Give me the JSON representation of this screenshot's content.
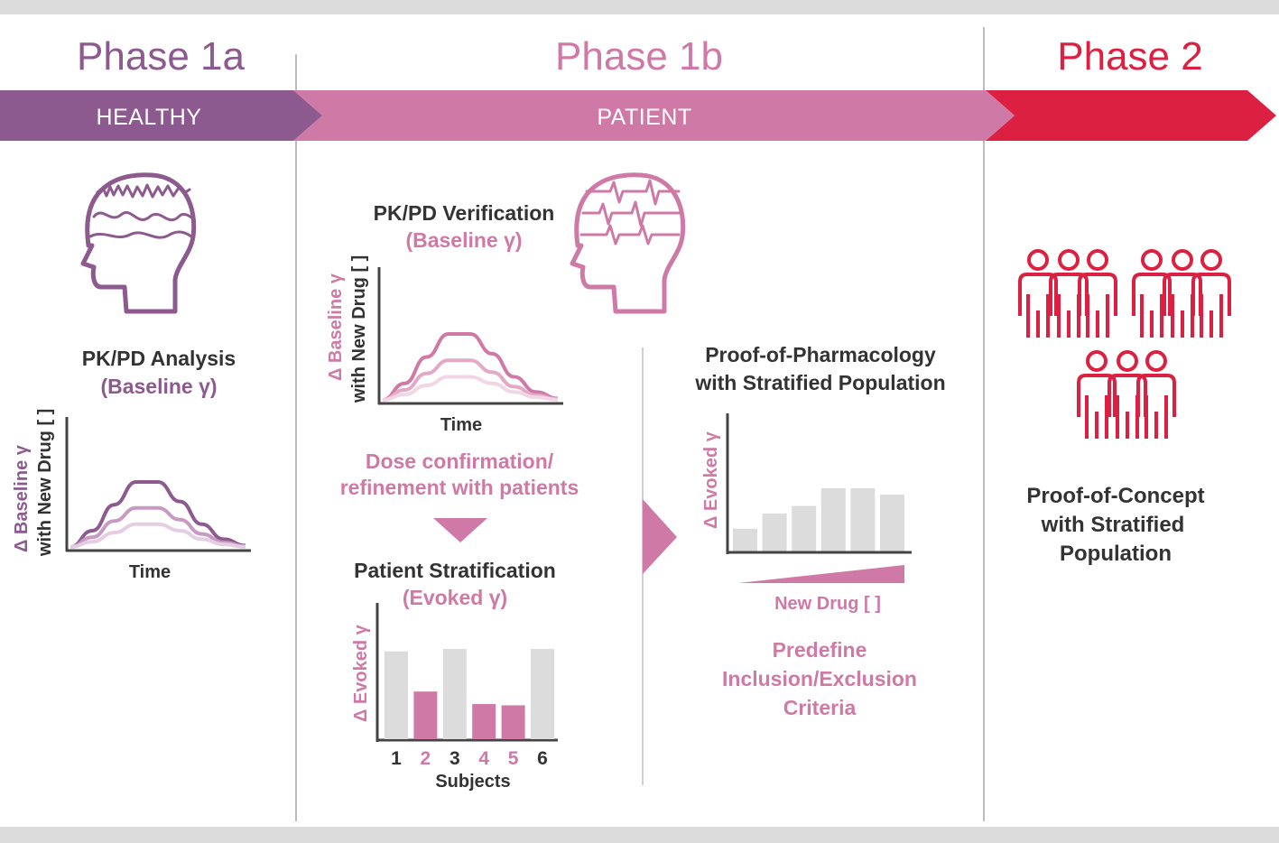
{
  "colors": {
    "phase1a": "#8c5a8e",
    "phase1b": "#cf7aa6",
    "phase2": "#dc2041",
    "bar_gray": "#dcdcdc",
    "text_dark": "#333333",
    "divider": "#bdbdbd"
  },
  "phases": [
    {
      "title": "Phase 1a",
      "band": "HEALTHY"
    },
    {
      "title": "Phase 1b",
      "band": "PATIENT"
    },
    {
      "title": "Phase 2",
      "band": ""
    }
  ],
  "phase1a": {
    "heading": "PK/PD Analysis",
    "sub": "(Baseline γ)",
    "ylabel_top": "Δ Baseline γ",
    "ylabel_bottom": "with New Drug [ ]",
    "xlabel": "Time"
  },
  "phase1b": {
    "verification_heading": "PK/PD Verification",
    "verification_sub": "(Baseline γ)",
    "verification_ylabel_top": "Δ Baseline γ",
    "verification_ylabel_bottom": "with New Drug [ ]",
    "verification_xlabel": "Time",
    "dose_line1": "Dose confirmation/",
    "dose_line2": "refinement with patients",
    "strat_heading": "Patient Stratification",
    "strat_sub": "(Evoked γ)",
    "strat_ylabel": "Δ Evoked γ",
    "strat_xlabel": "Subjects",
    "pop_heading1": "Proof-of-Pharmacology",
    "pop_heading2": "with Stratified Population",
    "pop_ylabel": "Δ Evoked γ",
    "pop_xlabel": "New Drug [ ]",
    "criteria1": "Predefine",
    "criteria2": "Inclusion/Exclusion",
    "criteria3": "Criteria"
  },
  "phase2": {
    "line1": "Proof-of-Concept",
    "line2": "with Stratified",
    "line3": "Population"
  },
  "chart_data": [
    {
      "type": "line",
      "id": "pkpd-analysis",
      "series": [
        {
          "values": [
            0,
            0.25,
            0.65,
            1.0,
            1.0,
            0.7,
            0.35,
            0.12,
            0.02
          ]
        },
        {
          "values": [
            0,
            0.15,
            0.4,
            0.6,
            0.6,
            0.42,
            0.2,
            0.07,
            0.01
          ]
        },
        {
          "values": [
            0,
            0.08,
            0.22,
            0.35,
            0.35,
            0.25,
            0.12,
            0.04,
            0.0
          ]
        }
      ]
    },
    {
      "type": "line",
      "id": "pkpd-verification",
      "series": [
        {
          "values": [
            0,
            0.25,
            0.65,
            1.0,
            1.0,
            0.7,
            0.35,
            0.12,
            0.02
          ]
        },
        {
          "values": [
            0,
            0.15,
            0.4,
            0.6,
            0.6,
            0.42,
            0.2,
            0.07,
            0.01
          ]
        },
        {
          "values": [
            0,
            0.08,
            0.22,
            0.35,
            0.35,
            0.25,
            0.12,
            0.04,
            0.0
          ]
        }
      ]
    },
    {
      "type": "bar",
      "id": "patient-stratification",
      "categories": [
        "1",
        "2",
        "3",
        "4",
        "5",
        "6"
      ],
      "values": [
        7,
        3.8,
        7.2,
        2.8,
        2.7,
        7.2
      ],
      "highlight": [
        false,
        true,
        false,
        true,
        true,
        false
      ],
      "ylim": [
        0,
        10
      ]
    },
    {
      "type": "bar",
      "id": "proof-of-pharmacology",
      "values": [
        1.8,
        3.0,
        3.6,
        5.0,
        5.0,
        4.5
      ],
      "ylim": [
        0,
        10
      ]
    }
  ]
}
